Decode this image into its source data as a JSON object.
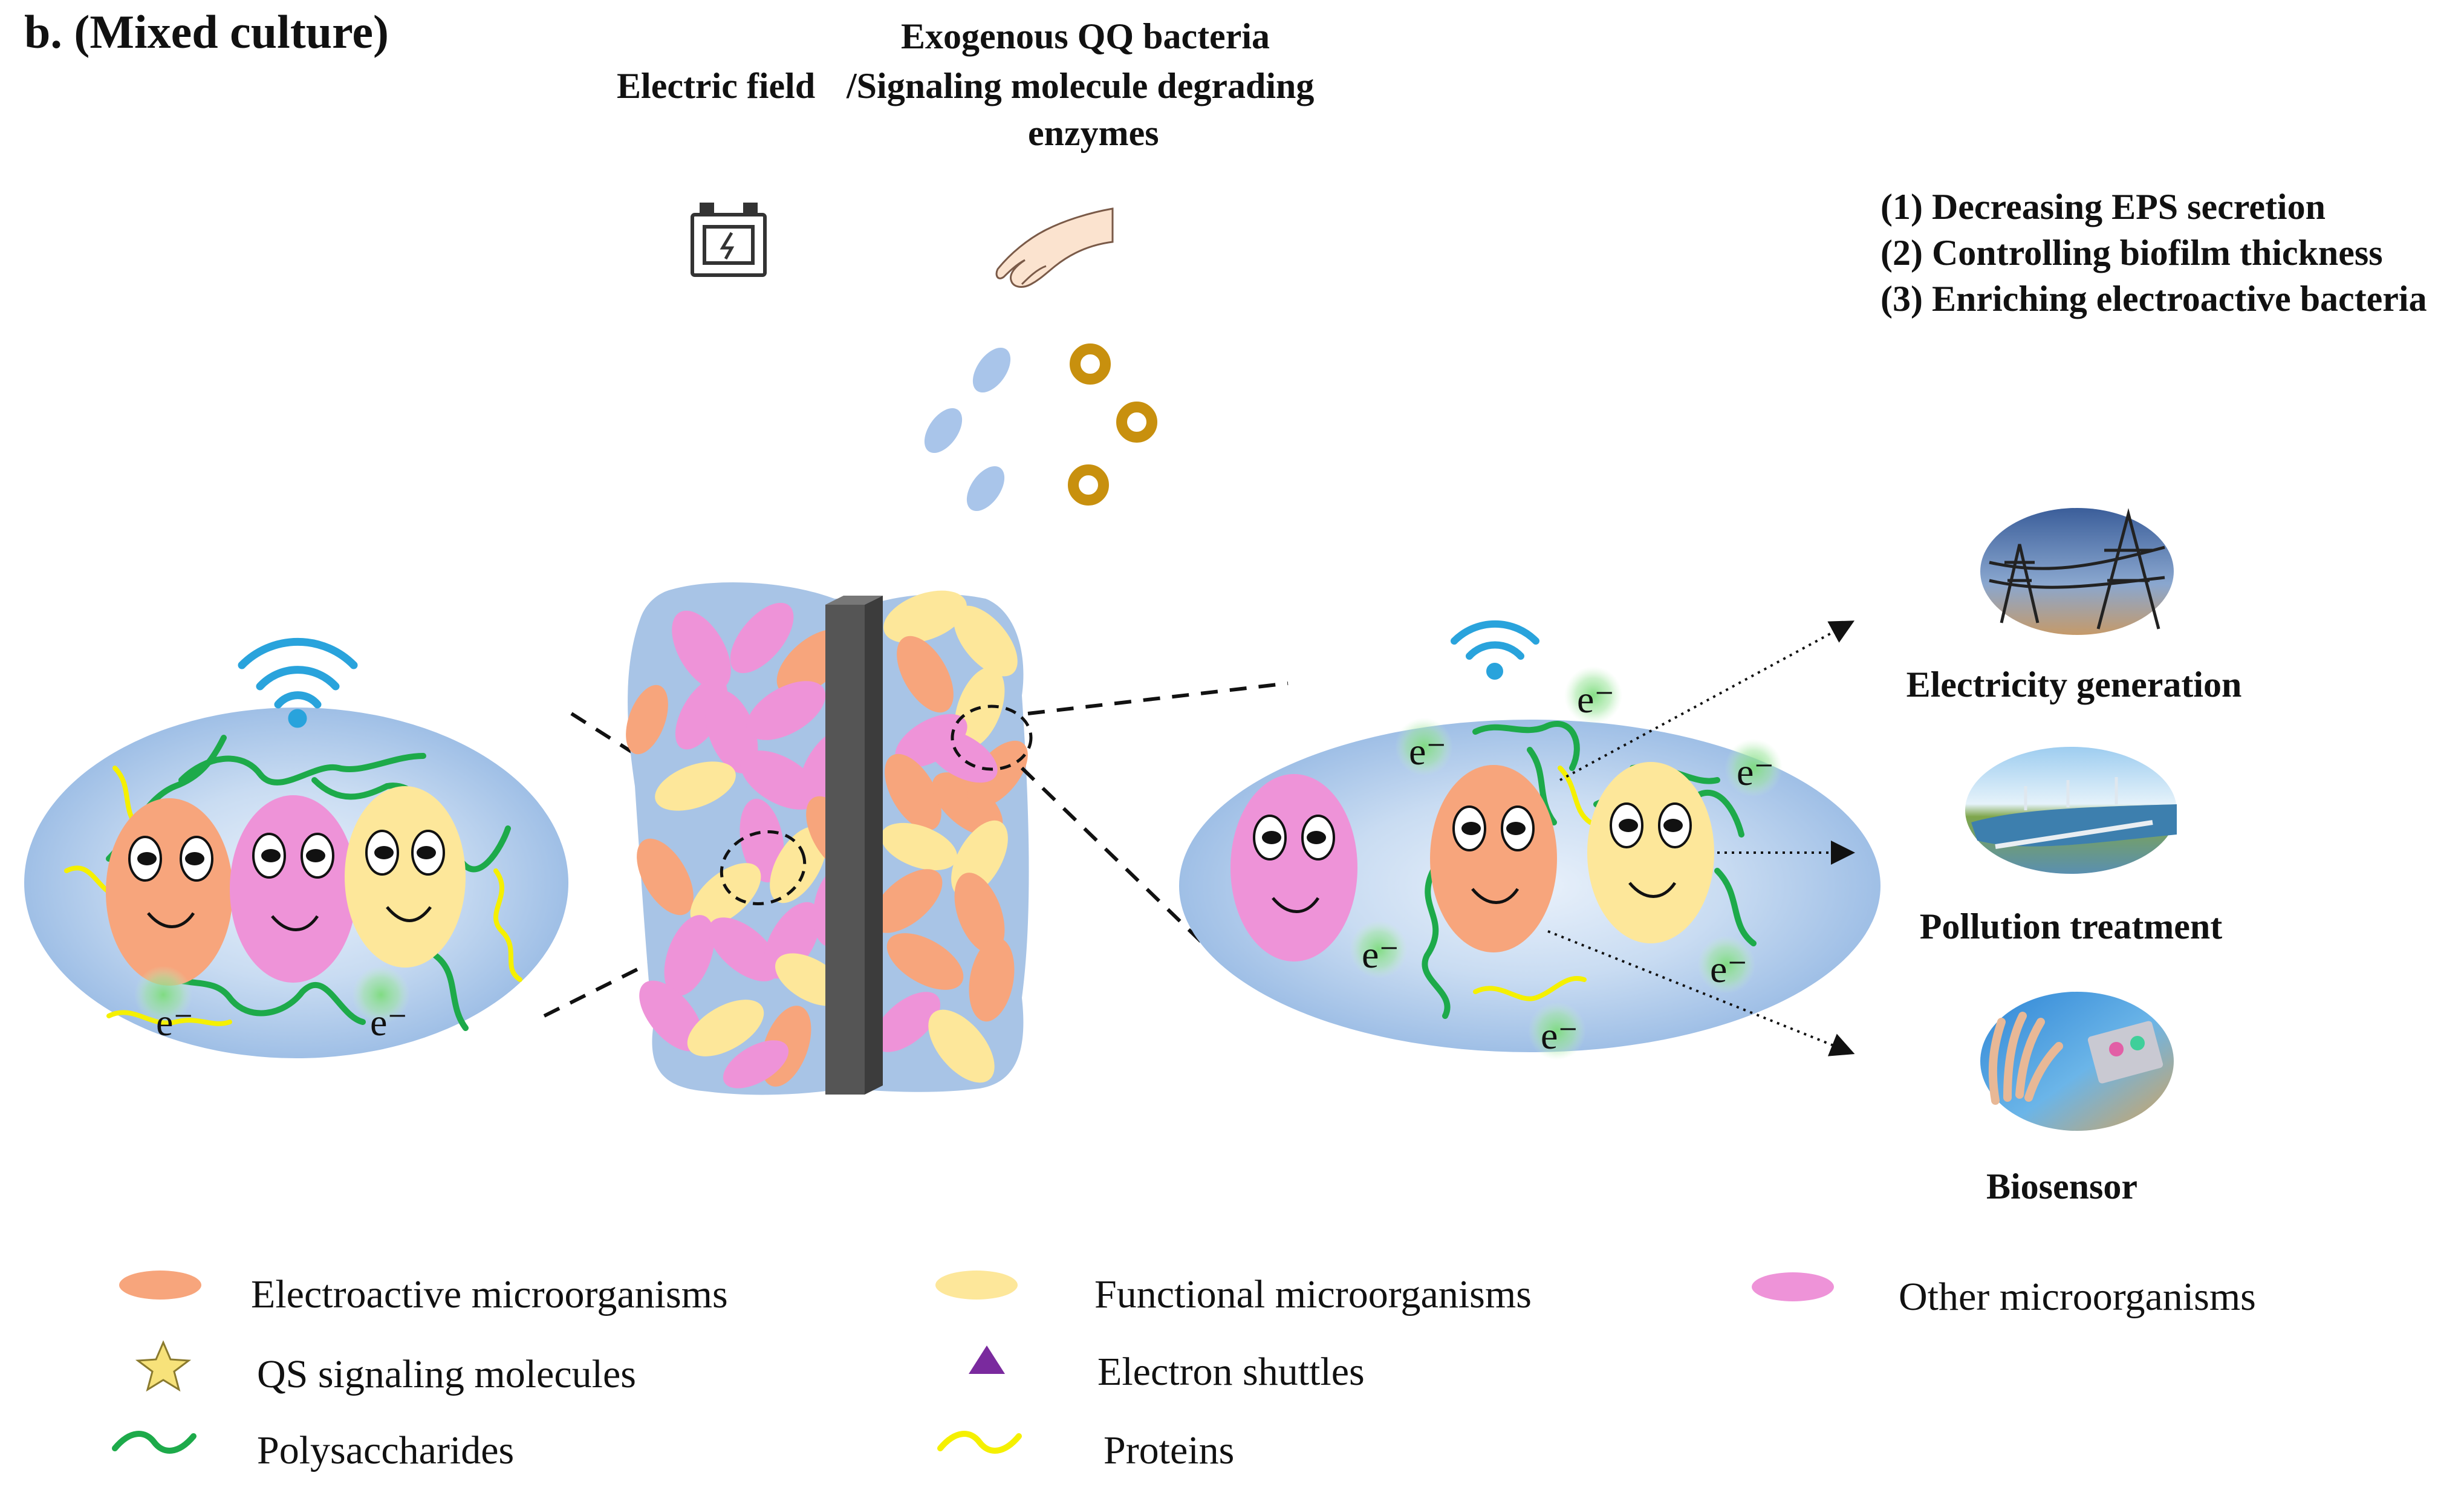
{
  "title": "b. (Mixed culture)",
  "treatments": {
    "electric_field": "Electric field",
    "qq_line1": "Exogenous QQ bacteria",
    "qq_line2": "/Signaling molecule degrading",
    "qq_line3": "enzymes"
  },
  "goals": [
    "(1) Decreasing EPS secretion",
    "(2) Controlling biofilm thickness",
    "(3) Enriching electroactive bacteria"
  ],
  "outcomes": [
    {
      "label": "Electricity generation",
      "icon": "power-lines-photo"
    },
    {
      "label": "Pollution treatment",
      "icon": "water-treatment-photo"
    },
    {
      "label": "Biosensor",
      "icon": "biosensor-hand-photo"
    }
  ],
  "electron_label": "e⁻",
  "legend": {
    "electroactive": "Electroactive microorganisms",
    "functional": "Functional microorganisms",
    "other": "Other microorganisms",
    "qs_molecules": "QS signaling molecules",
    "electron_shuttles": "Electron shuttles",
    "polysaccharides": "Polysaccharides",
    "proteins": "Proteins"
  },
  "colors": {
    "electroactive": "#f7a57c",
    "functional": "#fde79a",
    "other": "#ee93d8",
    "biofilm_matrix": "#a8c4e6",
    "electrode": "#555555",
    "polysaccharide": "#1daa4a",
    "protein": "#f5f000",
    "electron_glow": "#7ddc7d",
    "signal": "#29a3dc",
    "qq_ring": "#c8900e",
    "enzyme": "#a9c5ea",
    "shuttle": "#7a2a9e",
    "qs_star": "#f7e27a"
  }
}
